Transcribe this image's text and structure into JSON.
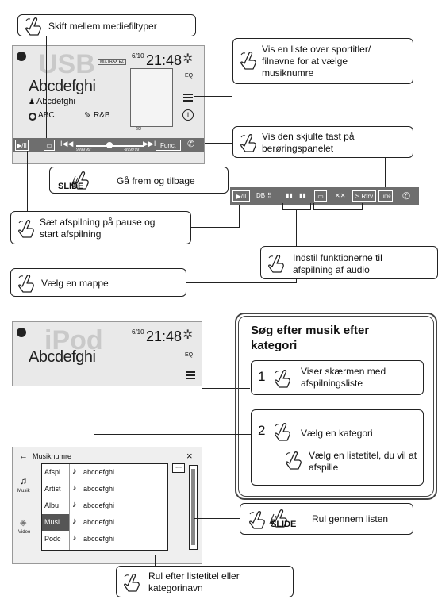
{
  "callouts": {
    "media_types": "Skift mellem mediefiltyper",
    "track_list": [
      "Vis en liste over sportitler/",
      "filnavne for at vælge",
      "musiknumre"
    ],
    "hidden_keys": [
      "Vis den skjulte tast på",
      "berøringspanelet"
    ],
    "slide_tag": "SLIDE",
    "forward_back": "Gå frem og tilbage",
    "pause_play": [
      "Sæt afspilning på pause og",
      "start afspilning"
    ],
    "choose_folder": "Vælg en mappe",
    "audio_functions": [
      "Indstil funktionerne til",
      "afspilning af audio"
    ],
    "scroll_list": "Rul gennem listen",
    "scroll_title": [
      "Rul efter listetitel eller",
      "kategorinavn"
    ]
  },
  "usb_screen": {
    "source": "USB",
    "title": "Abcdefghi",
    "artist": "Abcdefghi",
    "album": "ABC",
    "genre": "R&B",
    "mixtrax": "MIXTRAX EZ",
    "date": "6/10",
    "time": "21:48",
    "time_elapsed": "9999'99\"",
    "time_remaining": "-9999'99\"",
    "func": "Func.",
    "disc_icon": "2/2",
    "eq": "EQ",
    "icons": [
      "gear-icon",
      "list-icon",
      "info-icon",
      "play-pause-icon",
      "prev-icon",
      "next-icon",
      "phone-icon",
      "artist-icon",
      "album-icon",
      "genre-icon"
    ]
  },
  "func_bar": {
    "db_label": "DB",
    "sr_label": "S.Rtrv",
    "time_label": "Time"
  },
  "search_box": {
    "title_line1": "Søg efter musik efter",
    "title_line2": "kategori",
    "step1_num": "1",
    "step1_text": [
      "Viser skærmen med",
      "afspilningsliste"
    ],
    "step2_num": "2",
    "step2_a": "Vælg en kategori",
    "step2_b": [
      "Vælg en listetitel, du vil at",
      "afspille"
    ]
  },
  "ipod_screen": {
    "source": "iPod",
    "title": "Abcdefghi",
    "date": "6/10",
    "time": "21:48",
    "eq": "EQ"
  },
  "list_screen": {
    "header": "Musiknumre",
    "close": "×",
    "sidebar": [
      "Musik",
      "Video"
    ],
    "categories": [
      "Afspi",
      "Artist",
      "Albu",
      "Musi",
      "Podc"
    ],
    "items": [
      "abcdefghi",
      "abcdefghi",
      "abcdefghi",
      "abcdefghi",
      "abcdefghi"
    ],
    "more": "....",
    "back": "←"
  }
}
